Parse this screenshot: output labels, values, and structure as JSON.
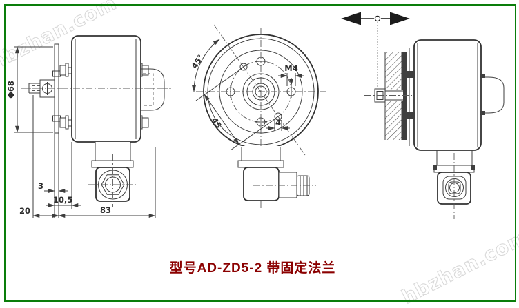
{
  "caption": {
    "text": "型号AD-ZD5-2 带固定法兰",
    "color": "#8b0000"
  },
  "watermark": {
    "text": "hbzhan.com"
  },
  "frame_color": "#0a7d0a",
  "line_color": "#3d3d3d",
  "views": {
    "side": {
      "dims": {
        "flange_diameter": "Φ68",
        "flange_thickness": "3",
        "hub_offset": "10,5",
        "shaft_length": "20",
        "body_length": "83"
      }
    },
    "front": {
      "dims": {
        "hole_angle": "45°",
        "hole_spacing": "45",
        "thread_size": "M4",
        "hole_width": "4"
      }
    }
  }
}
